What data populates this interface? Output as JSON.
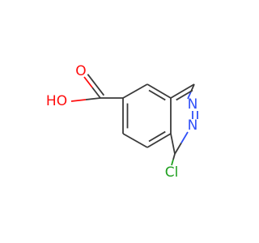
{
  "colors": {
    "carbon": "#3a3a3a",
    "oxygen": "#ff0d0d",
    "nitrogen": "#3050f8",
    "chlorine": "#1fa01f"
  },
  "atoms": {
    "o_hydroxyl": {
      "label": "HO",
      "element": "oxygen"
    },
    "o_carbonyl": {
      "label": "O",
      "element": "oxygen"
    },
    "n_upper": {
      "label": "N",
      "element": "nitrogen"
    },
    "n_lower": {
      "label": "N",
      "element": "nitrogen"
    },
    "chlorine": {
      "label": "Cl",
      "element": "chlorine"
    }
  }
}
